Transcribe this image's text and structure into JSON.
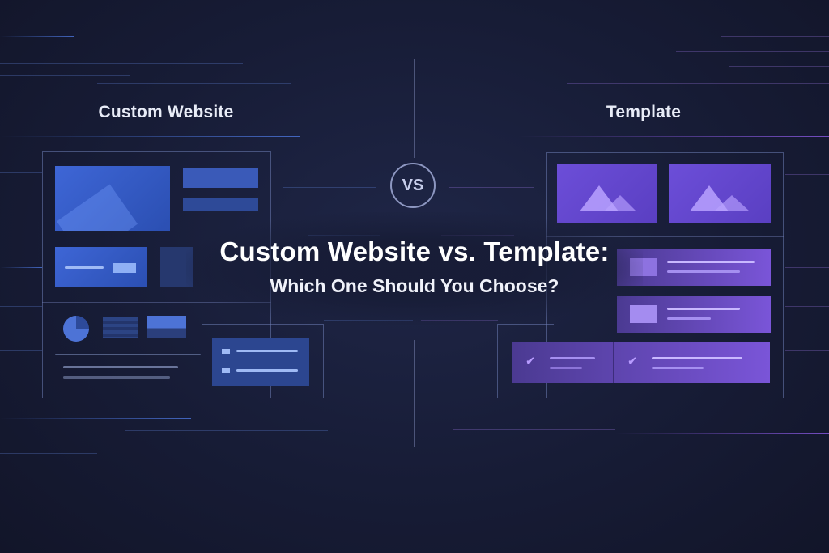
{
  "left_heading": "Custom Website",
  "right_heading": "Template",
  "vs_label": "VS",
  "title": "Custom Website vs. Template:",
  "subtitle": "Which One Should You Choose?",
  "colors": {
    "background": "#171c36",
    "blue_accent": "#3e66d6",
    "purple_accent": "#6c4ed8",
    "text": "#ffffff"
  },
  "icons": {
    "vs_badge": "circle-outline",
    "template_images": "mountain-icon",
    "template_checks": "checkmark-icon",
    "custom_chart": "pie-chart-icon"
  }
}
